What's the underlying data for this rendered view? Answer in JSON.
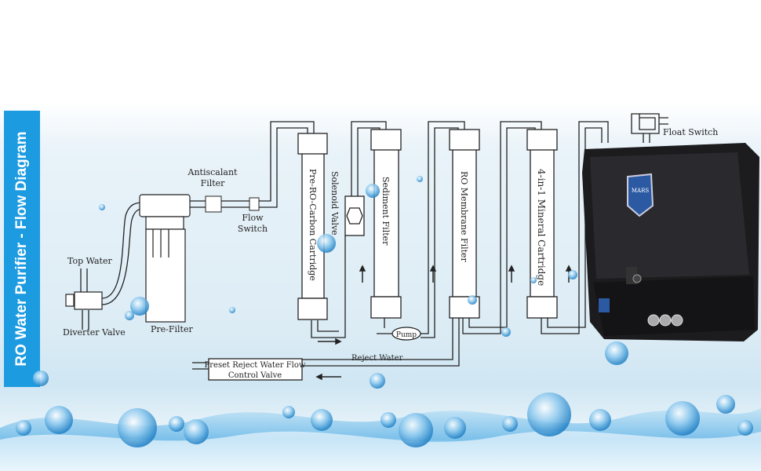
{
  "title": "RO Water Purifier - Flow Diagram",
  "labels": {
    "antiscalant": [
      "Antiscalant",
      "Filter"
    ],
    "flow_switch": [
      "Flow",
      "Switch"
    ],
    "top_water": "Top Water",
    "diverter_valve": "Diverter Valve",
    "pre_filter": "Pre-Filter",
    "pre_ro_carbon": "Pre-RO-Carbon Cartridge",
    "solenoid_valve": "Solenoid Valve",
    "sediment": "Sediment Filter",
    "ro_membrane": "RO Membrane Filter",
    "mineral": "4-in-1 Mineral Cartridge",
    "pump": "Pump",
    "float_switch": "Float Switch",
    "reject_water": "Reject Water",
    "reject_valve": [
      "Preset Reject Water Flow",
      "Control Valve"
    ]
  },
  "brand": "MARS",
  "colors": {
    "accent": "#1d9be0",
    "purifier": "#1c1c1e"
  }
}
